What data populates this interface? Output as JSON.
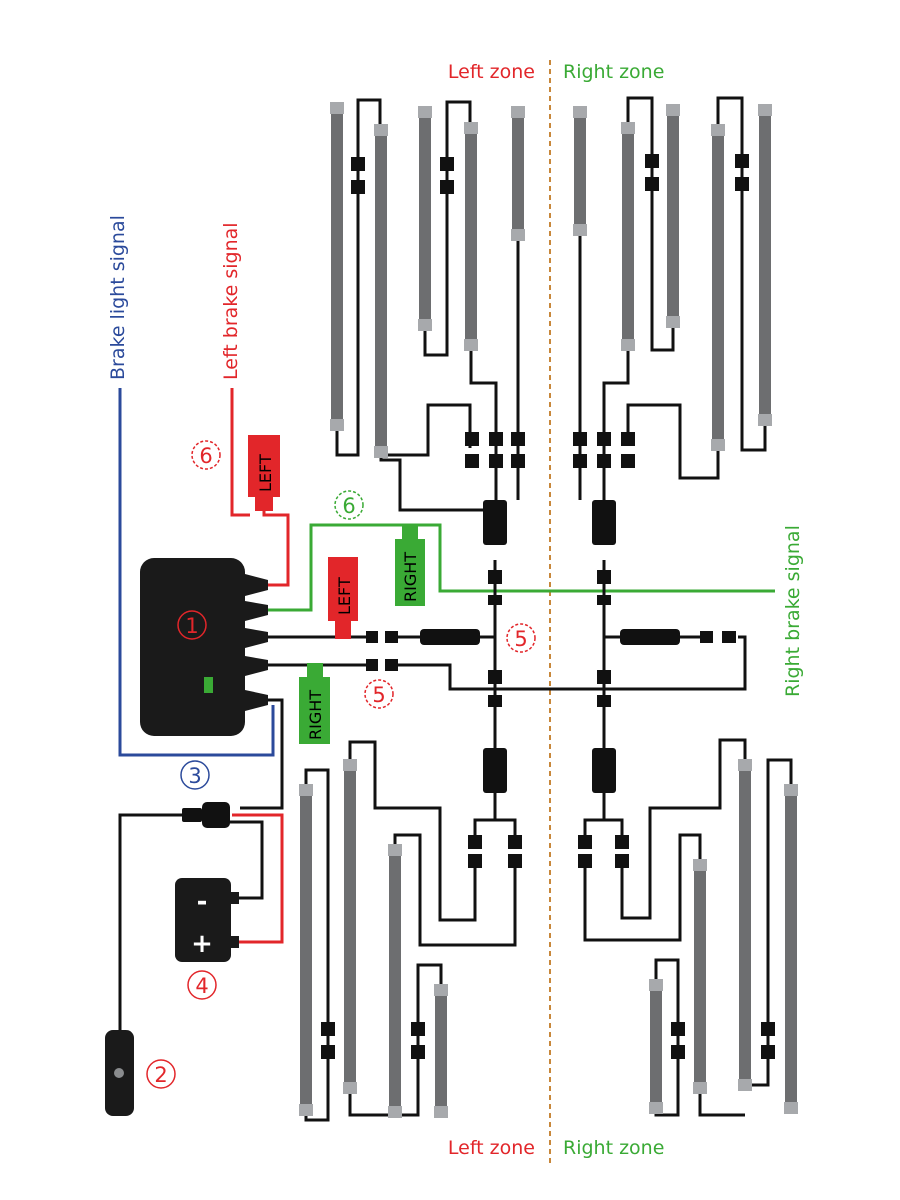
{
  "zones": {
    "top_left": "Left zone",
    "top_right": "Right zone",
    "bottom_left": "Left zone",
    "bottom_right": "Right zone"
  },
  "signals": {
    "brake_light": "Brake light signal",
    "left_brake": "Left brake signal",
    "right_brake": "Right brake signal"
  },
  "tags": {
    "left_upper": "LEFT",
    "left_lower": "LEFT",
    "right_upper": "RIGHT",
    "right_lower": "RIGHT"
  },
  "numbers": {
    "controller": "1",
    "switch": "2",
    "brake_wire": "3",
    "battery": "4",
    "extension_a": "5",
    "extension_b": "5",
    "connector_red": "6",
    "connector_green": "6"
  },
  "battery": {
    "minus": "-",
    "plus": "+"
  },
  "colors": {
    "red": "#e2262a",
    "green": "#3aaa35",
    "blue": "#2b4a9b",
    "orange_divider": "#c8873a",
    "black": "#111111",
    "tube": "#6d6e70",
    "tube_cap": "#a7a9ac"
  }
}
